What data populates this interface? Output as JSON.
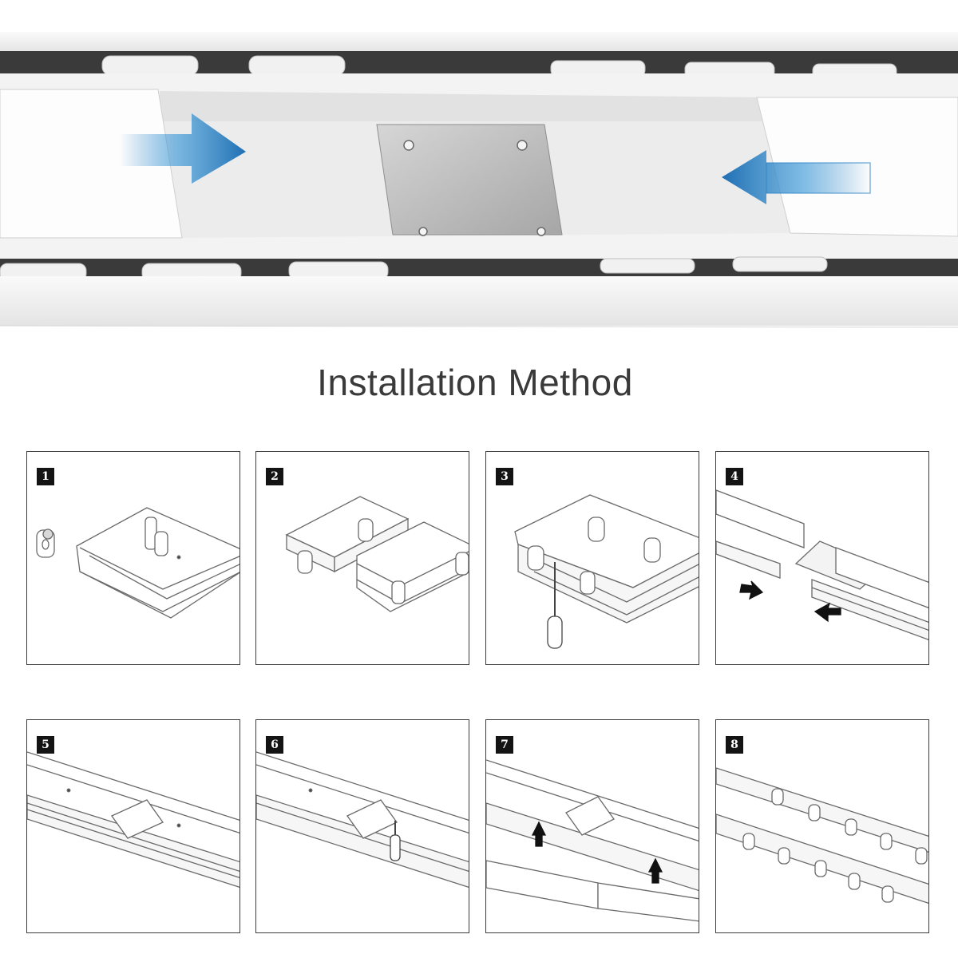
{
  "title": "Installation Method",
  "colors": {
    "arrow_blue": "#2f86c8",
    "panel_border": "#3c3c3c",
    "badge_bg": "#141414",
    "plate": "#b9b9b9"
  },
  "steps": [
    {
      "number": "1"
    },
    {
      "number": "2"
    },
    {
      "number": "3"
    },
    {
      "number": "4"
    },
    {
      "number": "5"
    },
    {
      "number": "6"
    },
    {
      "number": "7"
    },
    {
      "number": "8"
    }
  ]
}
